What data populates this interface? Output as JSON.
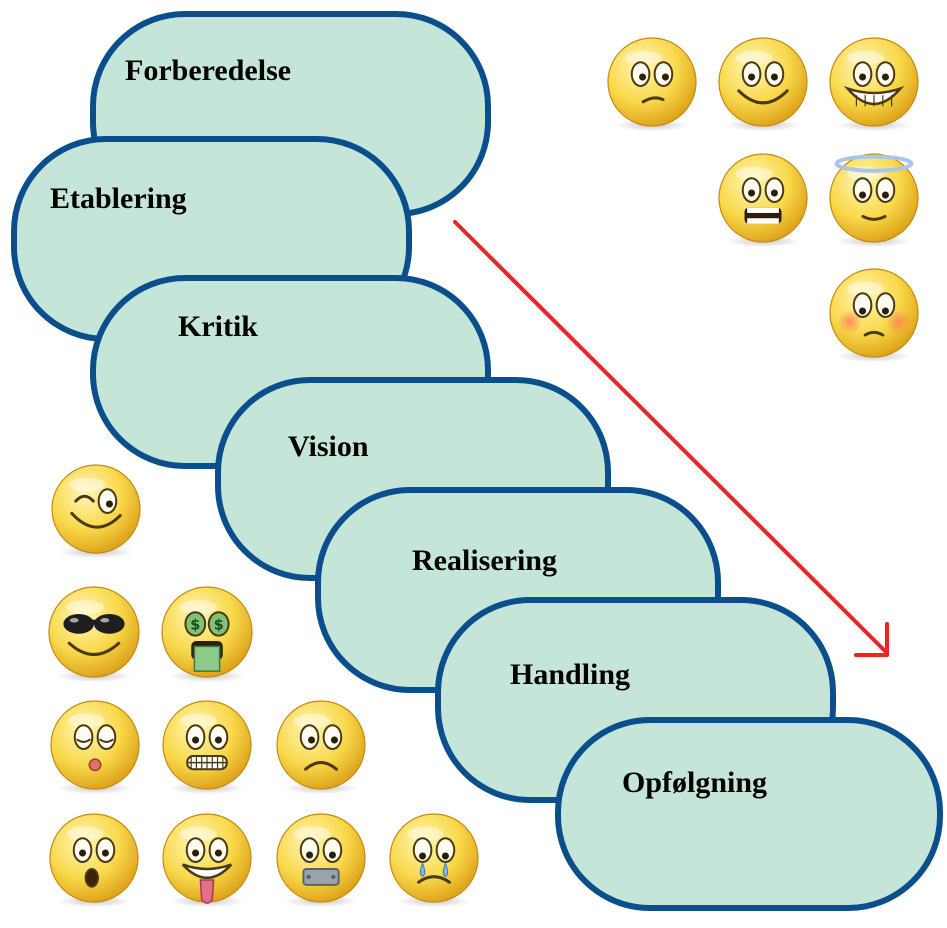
{
  "colors": {
    "shape_fill": "#c4e5d8",
    "shape_stroke": "#0a4e8c",
    "arrow": "#e8262a",
    "face_light": "#fff6b8",
    "face_mid": "#f9d84a",
    "face_dark": "#d99a12",
    "feature": "#4a3a10"
  },
  "stages": [
    {
      "label": "Forberedelse"
    },
    {
      "label": "Etablering"
    },
    {
      "label": "Kritik"
    },
    {
      "label": "Vision"
    },
    {
      "label": "Realisering"
    },
    {
      "label": "Handling"
    },
    {
      "label": "Opfølgning"
    }
  ],
  "smileys": [
    {
      "icon": "confused-smiley-icon"
    },
    {
      "icon": "smiling-smiley-icon"
    },
    {
      "icon": "grinning-smiley-icon"
    },
    {
      "icon": "grimacing-smiley-icon"
    },
    {
      "icon": "angel-smiley-icon"
    },
    {
      "icon": "blushing-smiley-icon"
    },
    {
      "icon": "winking-smiley-icon"
    },
    {
      "icon": "sunglasses-smiley-icon"
    },
    {
      "icon": "money-eyes-smiley-icon"
    },
    {
      "icon": "kissing-smiley-icon"
    },
    {
      "icon": "teeth-clenched-smiley-icon"
    },
    {
      "icon": "frowning-smiley-icon"
    },
    {
      "icon": "surprised-smiley-icon"
    },
    {
      "icon": "tongue-out-smiley-icon"
    },
    {
      "icon": "taped-mouth-smiley-icon"
    },
    {
      "icon": "crying-smiley-icon"
    }
  ]
}
